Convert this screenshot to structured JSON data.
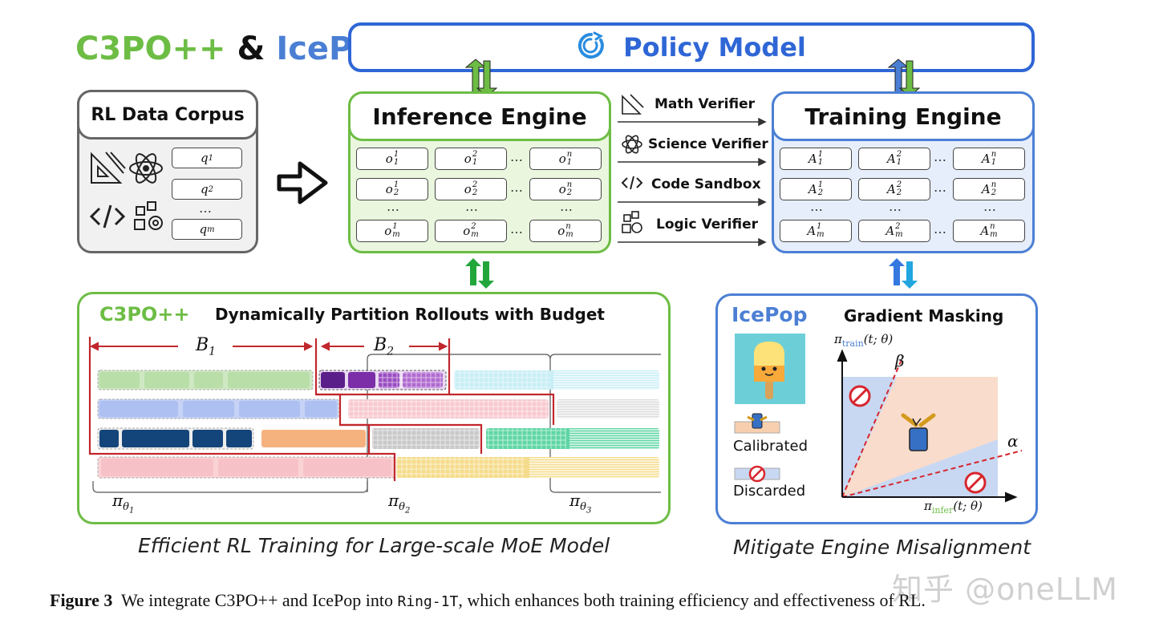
{
  "title": {
    "c3po": "C3PO++",
    "amp": "&",
    "icepop": "IcePop"
  },
  "policy": {
    "label": "Policy Model"
  },
  "corpus": {
    "title": "RL Data Corpus",
    "q": [
      "q",
      "q",
      "q"
    ],
    "qsub": [
      "1",
      "2",
      "m"
    ],
    "dots": "…"
  },
  "inference": {
    "title": "Inference Engine",
    "rows": [
      {
        "sub": "1",
        "sups": [
          "1",
          "2",
          "n"
        ]
      },
      {
        "sub": "2",
        "sups": [
          "1",
          "2",
          "n"
        ]
      },
      {
        "sub": "m",
        "sups": [
          "1",
          "2",
          "n"
        ]
      }
    ],
    "var": "o"
  },
  "training": {
    "title": "Training Engine",
    "rows": [
      {
        "sub": "1",
        "sups": [
          "1",
          "2",
          "n"
        ]
      },
      {
        "sub": "2",
        "sups": [
          "1",
          "2",
          "n"
        ]
      },
      {
        "sub": "m",
        "sups": [
          "1",
          "2",
          "n"
        ]
      }
    ],
    "var": "A"
  },
  "verifiers": [
    "Math Verifier",
    "Science Verifier",
    "Code Sandbox",
    "Logic Verifier"
  ],
  "c3po_panel": {
    "tag": "C3PO++",
    "title": "Dynamically Partition Rollouts with Budget",
    "b1": "B",
    "b1sub": "1",
    "b2": "B",
    "b2sub": "2",
    "pi1": "π",
    "pi1sub": "θ",
    "pi1subsub": "1",
    "pi2": "π",
    "pi2sub": "θ",
    "pi2subsub": "2",
    "pi3": "π",
    "pi3sub": "θ",
    "pi3subsub": "3",
    "caption": "Efficient RL Training for Large-scale MoE Model"
  },
  "icepop_panel": {
    "tag": "IcePop",
    "title": "Gradient Masking",
    "calibrated": "Calibrated",
    "discarded": "Discarded",
    "ylabel_pi": "π",
    "ylabel_sub": "train",
    "ylabel_args": "(t; θ)",
    "xlabel_pi": "π",
    "xlabel_sub": "infer",
    "xlabel_args": "(t; θ)",
    "beta": "β",
    "alpha": "α",
    "caption": "Mitigate Engine Misalignment"
  },
  "watermark": "知乎 @oneLLM",
  "figure_caption": {
    "label": "Figure 3",
    "text_a": "We integrate C3PO++ and IcePop into ",
    "code": "Ring-1T",
    "text_b": ", which enhances both training efficiency and effectiveness of RL."
  },
  "colors": {
    "green": "#6dbd45",
    "blue": "#4b7fd4",
    "panel_green_bg": "#eaf6de",
    "panel_blue_bg": "#e6eefb",
    "red": "#c1272d"
  }
}
